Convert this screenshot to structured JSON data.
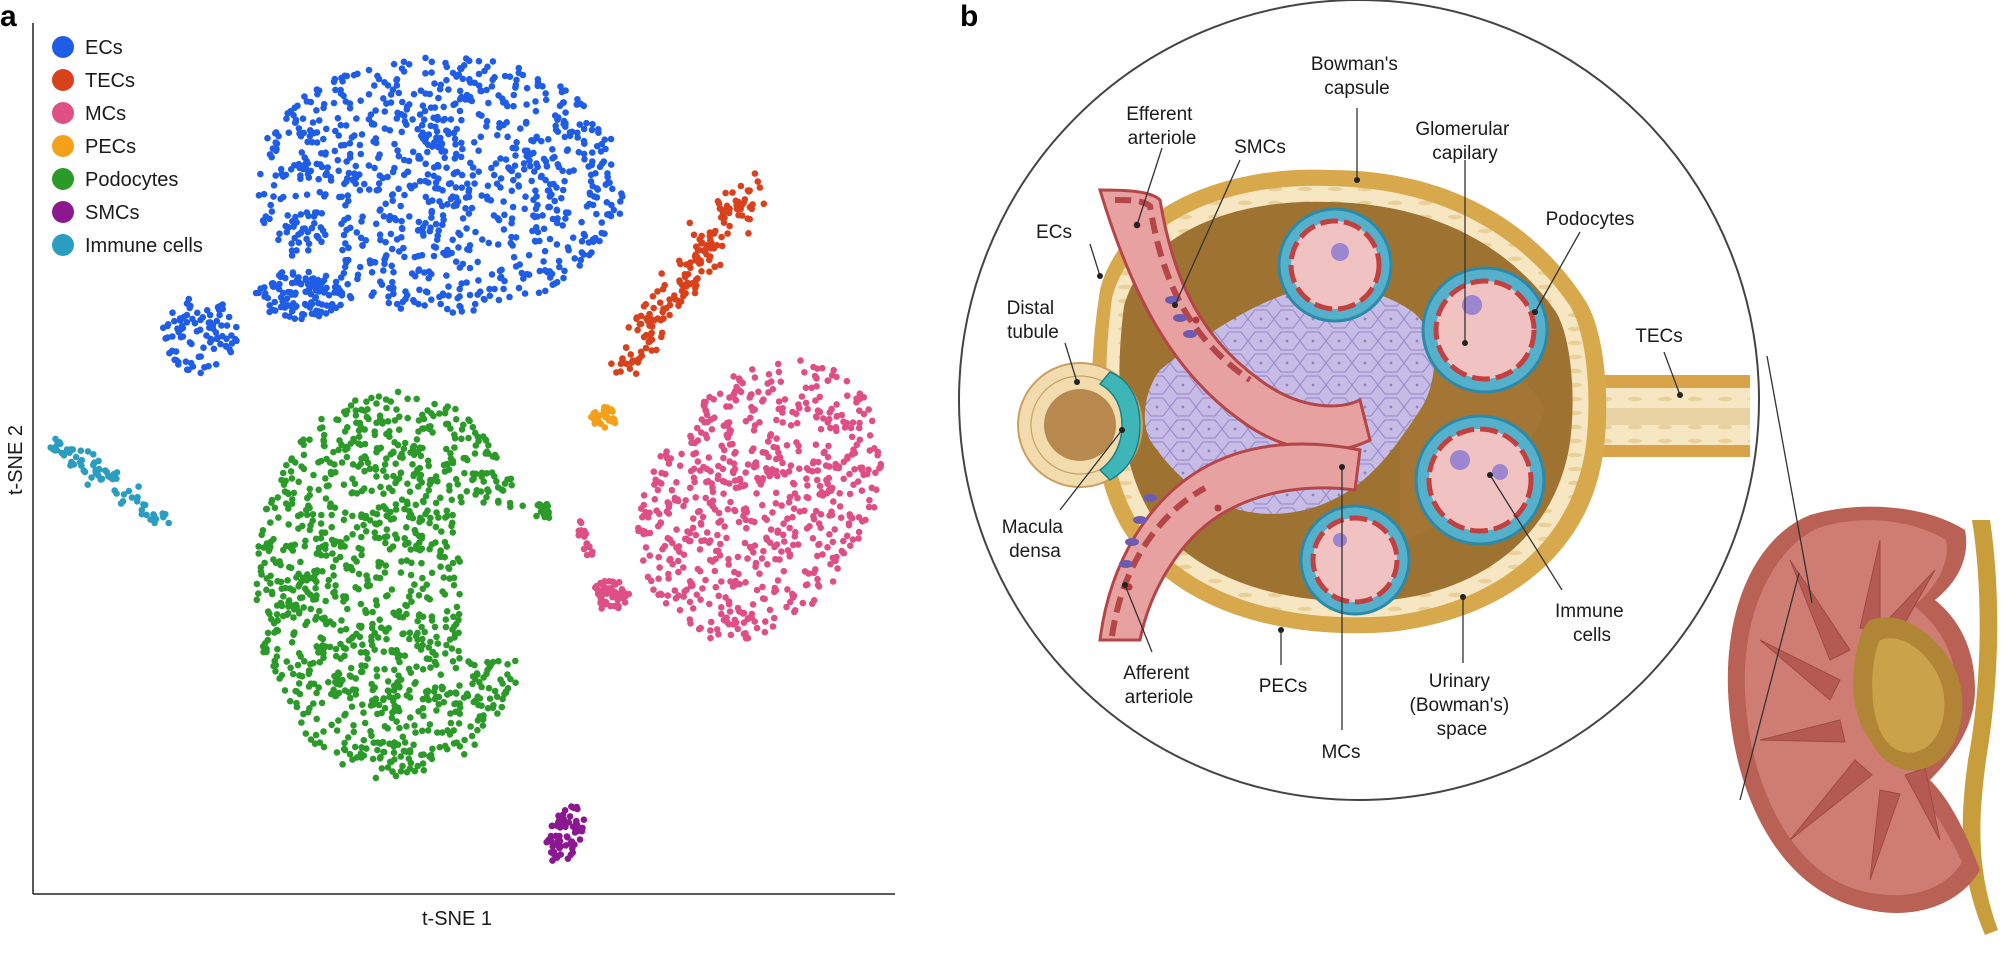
{
  "panels": {
    "a": {
      "letter": "a"
    },
    "b": {
      "letter": "b"
    }
  },
  "legend": [
    {
      "label": "ECs",
      "color": "#1f5de6"
    },
    {
      "label": "TECs",
      "color": "#d9411c"
    },
    {
      "label": "MCs",
      "color": "#de4f85"
    },
    {
      "label": "PECs",
      "color": "#f5a01b"
    },
    {
      "label": "Podocytes",
      "color": "#2b9a29"
    },
    {
      "label": "SMCs",
      "color": "#8b1791"
    },
    {
      "label": "Immune cells",
      "color": "#2a9dc0"
    }
  ],
  "axes": {
    "x_label": "t-SNE 1",
    "y_label": "t-SNE 2"
  },
  "annotations": {
    "bowmans_capsule": [
      "Bowman's",
      "capsule"
    ],
    "efferent_arteriole": [
      "Efferent",
      "arteriole"
    ],
    "smcs": [
      "SMCs"
    ],
    "glomerular_capillary": [
      "Glomerular",
      "capilary"
    ],
    "ecs": [
      "ECs"
    ],
    "podocytes": [
      "Podocytes"
    ],
    "distal_tubule": [
      "Distal",
      "tubule"
    ],
    "tecs": [
      "TECs"
    ],
    "macula_densa": [
      "Macula",
      "densa"
    ],
    "immune_cells": [
      "Immune",
      "cells"
    ],
    "afferent_arteriole": [
      "Afferent",
      "arteriole"
    ],
    "pecs": [
      "PECs"
    ],
    "urinary_space": [
      "Urinary",
      "(Bowman's)",
      "space"
    ],
    "mcs": [
      "MCs"
    ]
  }
}
